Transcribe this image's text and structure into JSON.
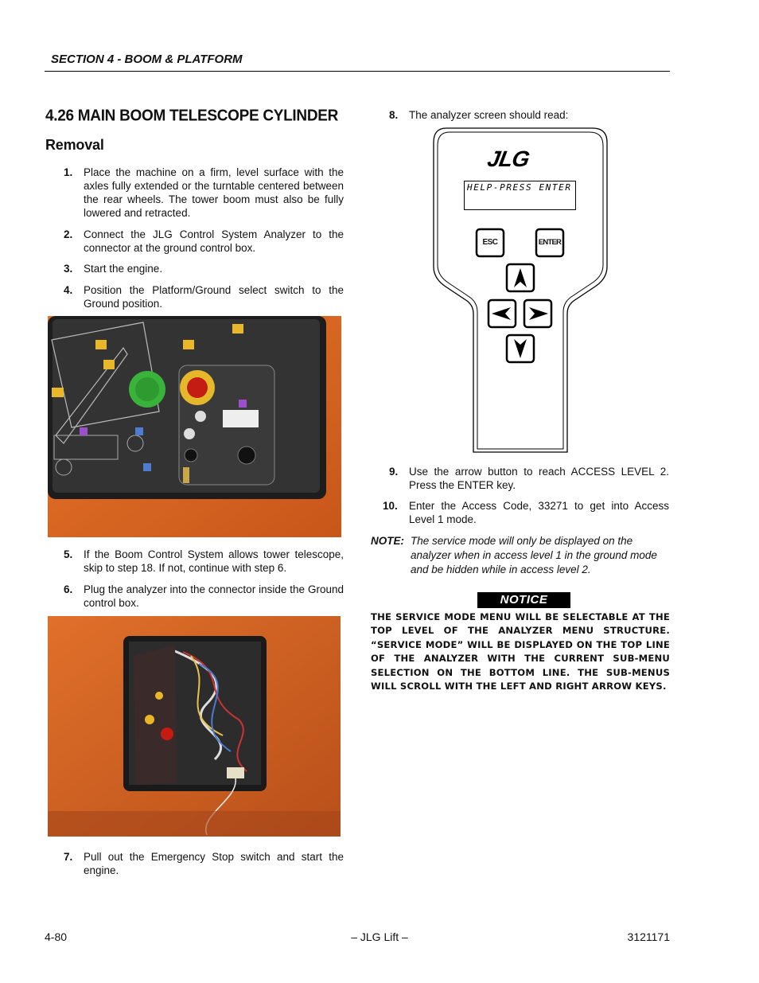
{
  "header": {
    "section": "SECTION 4 - BOOM & PLATFORM"
  },
  "title": "4.26 MAIN BOOM TELESCOPE CYLINDER",
  "subtitle": "Removal",
  "steps": [
    {
      "num": "1.",
      "text": "Place the machine on a firm, level surface with the axles fully extended or the turntable centered between the rear wheels. The tower boom must also be fully lowered and retracted."
    },
    {
      "num": "2.",
      "text": "Connect the JLG Control System Analyzer to the connector at the ground control box."
    },
    {
      "num": "3.",
      "text": "Start the engine."
    },
    {
      "num": "4.",
      "text": "Position the Platform/Ground select switch to the Ground position."
    },
    {
      "num": "5.",
      "text": "If the Boom Control System allows tower telescope, skip to step 18. If not, continue with step 6."
    },
    {
      "num": "6.",
      "text": "Plug the analyzer into the connector inside the Ground control box."
    },
    {
      "num": "7.",
      "text": "Pull out the Emergency Stop switch and start the engine."
    },
    {
      "num": "8.",
      "text": "The analyzer screen should read:"
    },
    {
      "num": "9.",
      "text": "Use the arrow button to reach ACCESS LEVEL 2. Press the ENTER key."
    },
    {
      "num": "10.",
      "text": "Enter the Access Code, 33271 to get into Access Level 1 mode."
    }
  ],
  "analyzer": {
    "logo": "JLG",
    "screen_text": "HELP-PRESS ENTER",
    "esc_label": "ESC",
    "enter_label": "ENTER"
  },
  "note": {
    "label": "NOTE:",
    "text": "The service mode will only be displayed on the analyzer when in access level 1 in the ground mode and be hidden while in access level 2."
  },
  "notice": {
    "badge": "NOTICE",
    "text": "THE SERVICE MODE MENU WILL BE SELECTABLE AT THE TOP LEVEL OF THE ANALYZER MENU STRUCTURE. “SERVICE MODE” WILL BE DISPLAYED ON THE TOP LINE OF THE ANALYZER WITH THE CURRENT SUB-MENU SELECTION ON THE BOTTOM LINE. THE SUB-MENUS WILL SCROLL WITH THE LEFT AND RIGHT ARROW KEYS."
  },
  "footer": {
    "page": "4-80",
    "center": "– JLG Lift –",
    "docnum": "3121171"
  },
  "colors": {
    "machine_orange": "#d9661f",
    "panel_dark": "#2a2a2a",
    "estop_red": "#c61c12",
    "button_yellow": "#e9b82a",
    "indicator_green": "#3fb23a"
  }
}
